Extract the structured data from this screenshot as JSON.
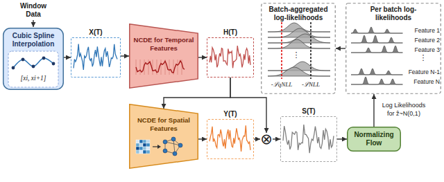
{
  "diagram": {
    "nodes": [
      {
        "text": [
          "Cubic Spline Interpolation"
        ]
      },
      {
        "text": [
          "X(T)"
        ]
      },
      {
        "text": [
          "NCDE for Temporal Features"
        ]
      },
      {
        "text": [
          "H(T)"
        ]
      },
      {
        "text": [
          "NCDE for Spatial Features"
        ]
      },
      {
        "text": [
          "Y(T)"
        ]
      },
      {
        "text": [
          "⊗"
        ]
      },
      {
        "text": [
          "S(T)"
        ]
      },
      {
        "text": [
          "Normalizing Flow"
        ]
      },
      {
        "text": [
          "Per batch log-likelihoods"
        ]
      },
      {
        "text": [
          "Batch-aggregated log-likelihoods"
        ]
      }
    ],
    "edges": [
      {
        "from": 0,
        "to": 1,
        "arrow": "to"
      },
      {
        "from": 1,
        "to": 2,
        "arrow": "to"
      },
      {
        "from": 2,
        "to": 3,
        "arrow": "to"
      },
      {
        "from": 3,
        "to": 4,
        "arrow": "to"
      },
      {
        "from": 3,
        "to": 6,
        "arrow": "to"
      },
      {
        "from": 4,
        "to": 5,
        "arrow": "to"
      },
      {
        "from": 5,
        "to": 6,
        "arrow": "to"
      },
      {
        "from": 6,
        "to": 7,
        "arrow": "to"
      },
      {
        "from": 7,
        "to": 8,
        "arrow": "to"
      },
      {
        "from": 8,
        "to": 9,
        "label": "Log Likelihoods for ẑ~N(0,1)",
        "arrow": "to"
      },
      {
        "from": 9,
        "to": 10,
        "arrow": "to"
      }
    ],
    "labels": [
      "Window Data",
      "[xi, xi+1]",
      "-ℒqNLL",
      "-ℒNLL",
      "⋮",
      "Feature 1",
      "Feature 2",
      "Feature 3",
      "⋮",
      "Feature N-1",
      "Feature N"
    ]
  }
}
